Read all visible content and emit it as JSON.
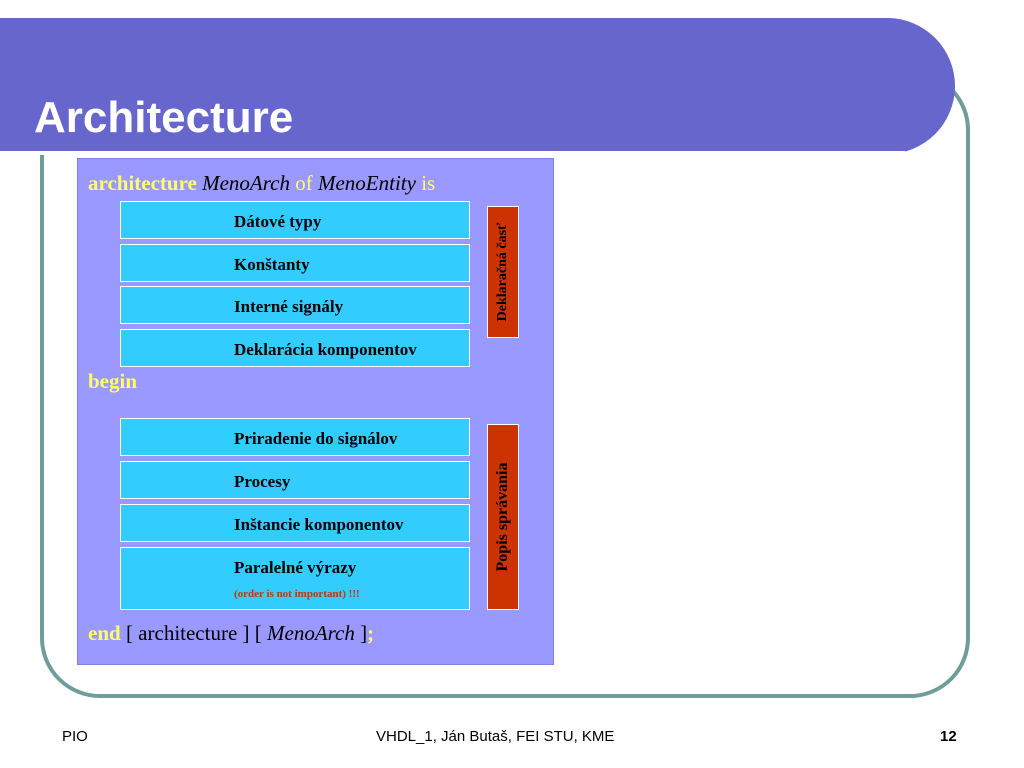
{
  "slide": {
    "title": "Architecture"
  },
  "code": {
    "header": {
      "kw_architecture": "architecture",
      "name": "MenoArch",
      "kw_of": "of",
      "entity": "MenoEntity",
      "kw_is": "is"
    },
    "begin": "begin",
    "end": {
      "kw_end": "end",
      "part1": " [ architecture ] [ ",
      "name": "MenoArch",
      "part2": " ]",
      "semicolon": ";"
    }
  },
  "declarative_items": [
    {
      "label": "Dátové typy"
    },
    {
      "label": "Konštanty"
    },
    {
      "label": "Interné signály"
    },
    {
      "label": "Deklarácia komponentov"
    }
  ],
  "behavioral_items": [
    {
      "label": "Priradenie do signálov"
    },
    {
      "label": "Procesy"
    },
    {
      "label": "Inštancie komponentov"
    },
    {
      "label": "Paralelné výrazy",
      "note": "(order is not important) !!!"
    }
  ],
  "side_labels": {
    "declarative": "Deklaračná časť",
    "behavioral": "Popis správania"
  },
  "footer": {
    "left": "PIO",
    "center": "VHDL_1, Ján Butaš, FEI STU, KME",
    "page_number": "12"
  },
  "colors": {
    "title_banner": "#6666cc",
    "frame": "#6f9e9a",
    "panel": "#9999ff",
    "box": "#33ccff",
    "side_bar": "#cc3300",
    "keyword": "#ffff66",
    "note": "#cc3300"
  }
}
